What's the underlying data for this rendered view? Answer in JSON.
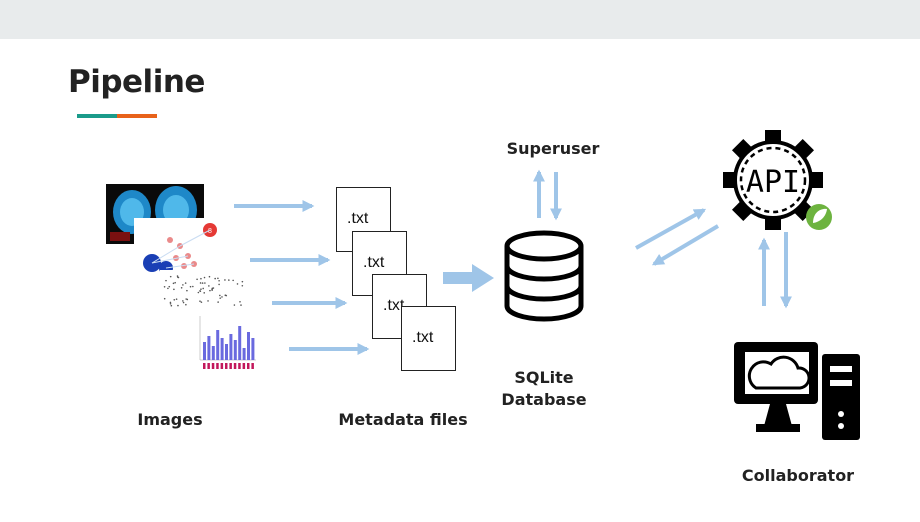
{
  "slide": {
    "title": "Pipeline",
    "accent_colors": {
      "teal": "#1a9b8a",
      "orange": "#e8621a"
    }
  },
  "labels": {
    "images": "Images",
    "metadata": "Metadata files",
    "superuser": "Superuser",
    "sqlite_line1": "SQLite",
    "sqlite_line2": "Database",
    "collaborator": "Collaborator"
  },
  "docs": [
    ".txt",
    ".txt",
    ".txt",
    ".txt"
  ],
  "api_text": "API",
  "nodes": {
    "database_icon": "database-icon",
    "api_icon": "api-gear-icon",
    "spring_icon": "spring-leaf-icon",
    "computer_icon": "computer-cloud-icon"
  },
  "colors": {
    "arrow": "#9fc5e8",
    "icon": "#000000",
    "spring": "#6db33f"
  }
}
